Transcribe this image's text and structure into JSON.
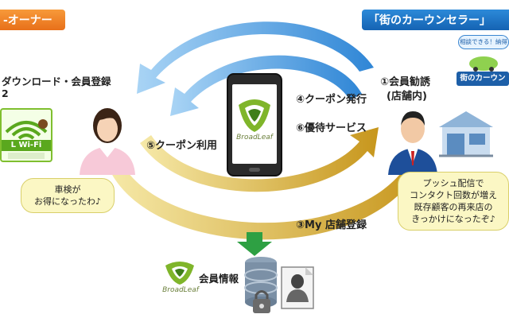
{
  "header": {
    "left_title": "-オーナー",
    "right_title": "「街のカーウンセラー」"
  },
  "left": {
    "download_label": "ダウンロード・会員登録",
    "wifi_text": "L Wi-Fi",
    "bubble_line1": "車検が",
    "bubble_line2": "お得になったわ♪"
  },
  "right": {
    "bubble_line1": "プッシュ配信で",
    "bubble_line2": "コンタクト回数が増え",
    "bubble_line3": "既存顧客の再来店の",
    "bubble_line4": "きっかけになったぞ♪",
    "badge_top": "相談できる！納得",
    "badge_main": "街のカーウン"
  },
  "steps": {
    "s1_line1": "①会員勧誘",
    "s1_line2": "(店舗内)",
    "s3": "③My 店舗登録",
    "s4": "④クーポン発行",
    "s5": "⑤クーポン利用",
    "s6": "⑥優待サービス"
  },
  "bottom": {
    "member_info": "会員情報",
    "logo_text": "BroadLeaf"
  },
  "phone": {
    "logo_text": "BroadLeaf"
  },
  "colors": {
    "orange": "#e8701a",
    "blue": "#1d6fc4",
    "arrow_blue": "#4a9be0",
    "arrow_gold": "#d4a82a",
    "green": "#2ea043",
    "bubble": "#fbf7c4"
  }
}
